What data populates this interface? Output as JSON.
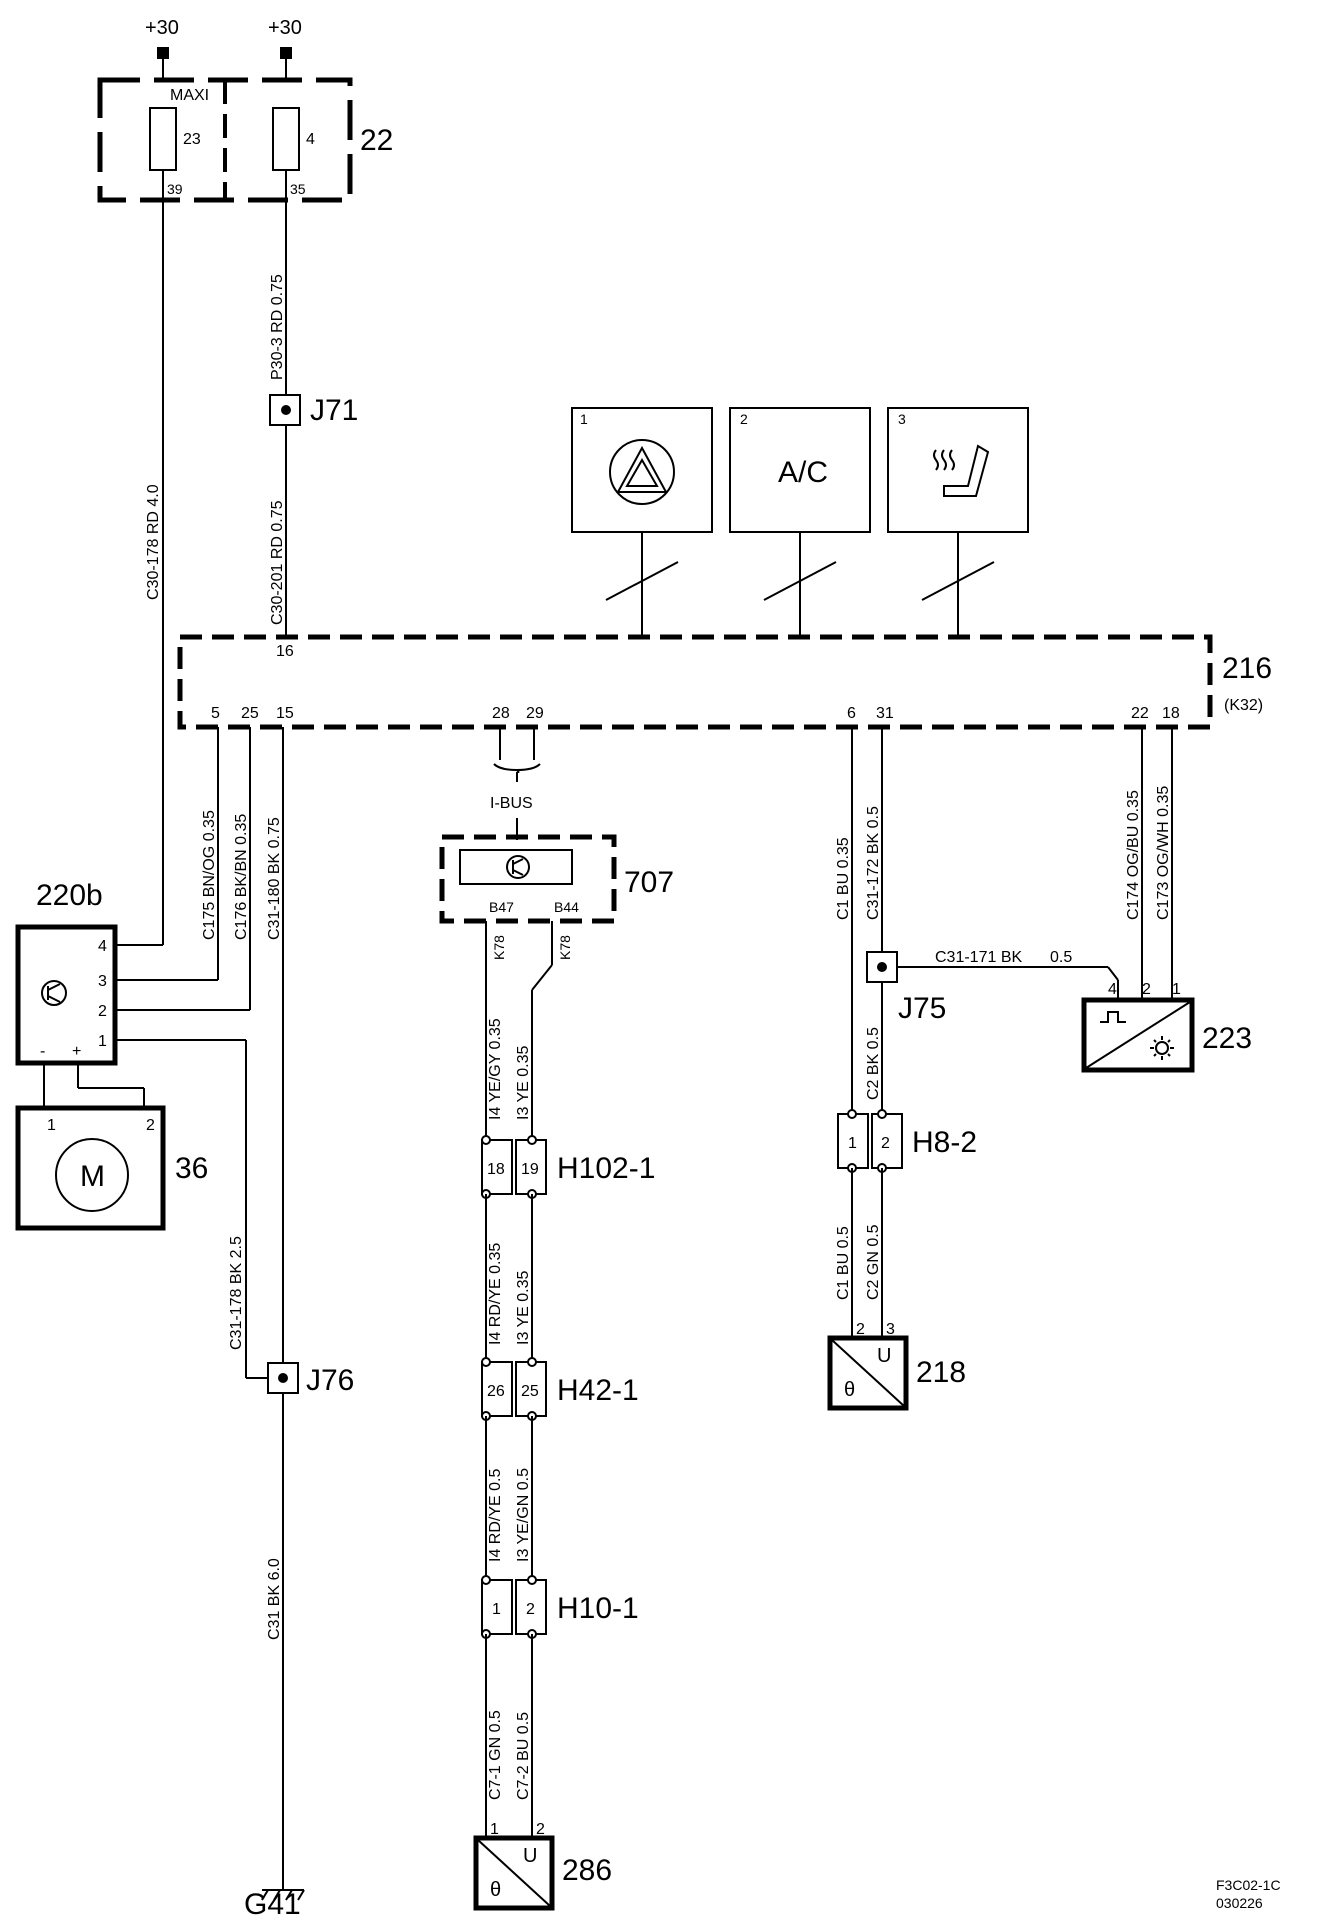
{
  "supply": {
    "left": "+30",
    "right": "+30"
  },
  "fusebox": {
    "id": "22",
    "maxi_label": "MAXI",
    "fuse_a": "23",
    "fuse_b": "4",
    "pin_a": "39",
    "pin_b": "35"
  },
  "wires": {
    "c30_178": "C30-178  RD  4.0",
    "p30_3": "P30-3  RD  0.75",
    "c30_201": "C30-201  RD  0.75",
    "c175": "C175  BN/OG  0.35",
    "c176": "C176  BK/BN  0.35",
    "c31_180": "C31-180  BK  0.75",
    "c31_178": "C31-178  BK  2.5",
    "c31": "C31  BK  6.0",
    "ibus_a1": "I4  YE/GY  0.35",
    "ibus_b1": "I3  YE  0.35",
    "ibus_a2": "I4  RD/YE  0.35",
    "ibus_b2": "I3  YE  0.35",
    "ibus_a3": "I4  RD/YE  0.5",
    "ibus_b3": "I3  YE/GN  0.5",
    "c7_1": "C7-1  GN  0.5",
    "c7_2": "C7-2  BU  0.5",
    "c1_bu": "C1  BU  0.35",
    "c31_172": "C31-172  BK  0.5",
    "c2_bk": "C2  BK  0.5",
    "c1_bu_b": "C1  BU  0.5",
    "c2_gn": "C2  GN  0.5",
    "c174": "C174  OG/BU  0.35",
    "c173": "C173  OG/WH  0.35",
    "c31_171": "C31-171 BK",
    "c31_171_size": "0.5",
    "k78_a": "K78",
    "k78_b": "K78"
  },
  "junctions": {
    "j71": "J71",
    "j75": "J75",
    "j76": "J76"
  },
  "control_unit": {
    "id": "216",
    "sub": "(K32)",
    "pins": {
      "p16": "16",
      "p5": "5",
      "p25": "25",
      "p15": "15",
      "p28": "28",
      "p29": "29",
      "p6": "6",
      "p31": "31",
      "p22": "22",
      "p18": "18"
    }
  },
  "panels": [
    {
      "num": "1",
      "icon": "hazard-warning-icon"
    },
    {
      "num": "2",
      "text": "A/C"
    },
    {
      "num": "3",
      "icon": "heated-seat-icon"
    }
  ],
  "ibus": {
    "label": "I-BUS"
  },
  "module_707": {
    "id": "707",
    "pin_a": "B47",
    "pin_b": "B44"
  },
  "module_220b": {
    "id": "220b",
    "pins": [
      "4",
      "3",
      "2",
      "1"
    ],
    "minus": "-",
    "plus": "+"
  },
  "motor_36": {
    "id": "36",
    "label": "M",
    "pin1": "1",
    "pin2": "2"
  },
  "sensor_223": {
    "id": "223",
    "pins": [
      "4",
      "2",
      "1"
    ]
  },
  "connectors": {
    "h102": {
      "id": "H102-1",
      "a": "18",
      "b": "19"
    },
    "h42": {
      "id": "H42-1",
      "a": "26",
      "b": "25"
    },
    "h10": {
      "id": "H10-1",
      "a": "1",
      "b": "2"
    },
    "h8": {
      "id": "H8-2",
      "a": "1",
      "b": "2"
    }
  },
  "sensor_218": {
    "id": "218",
    "pin_a": "2",
    "pin_b": "3",
    "u": "U",
    "theta": "θ"
  },
  "sensor_286": {
    "id": "286",
    "pin_a": "1",
    "pin_b": "2",
    "u": "U",
    "theta": "θ"
  },
  "ground": {
    "id": "G41"
  },
  "footer": {
    "code": "F3C02-1C",
    "date": "030226"
  }
}
